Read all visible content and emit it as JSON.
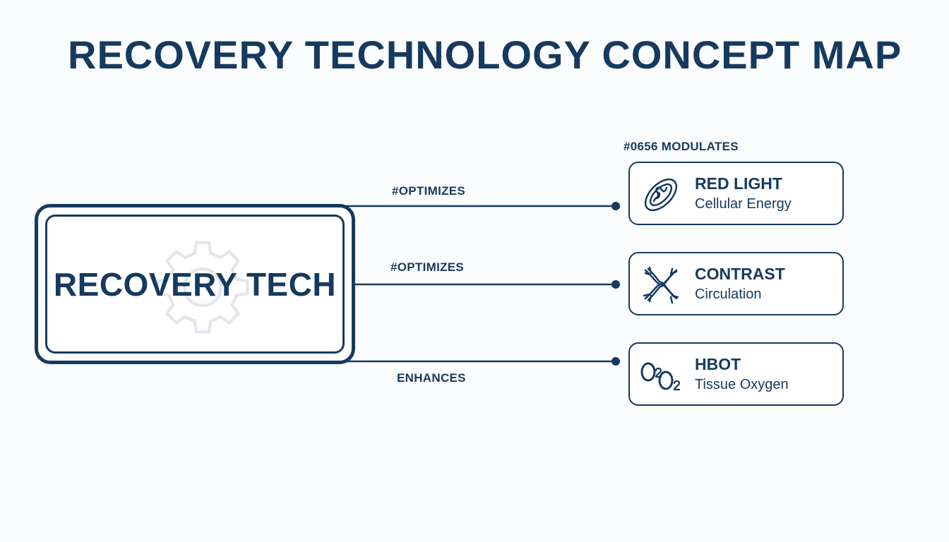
{
  "title": "RECOVERY TECHNOLOGY CONCEPT MAP",
  "center": {
    "label": "RECOVERY TECH",
    "icon": "gear-icon"
  },
  "header_note": "#0656 MODULATES",
  "connections": [
    {
      "label": "#OPTIMIZES",
      "target": "red-light"
    },
    {
      "label": "#OPTIMIZES",
      "target": "contrast"
    },
    {
      "label": "ENHANCES",
      "target": "hbot"
    }
  ],
  "nodes": [
    {
      "id": "red-light",
      "title": "RED LIGHT",
      "subtitle": "Cellular Energy",
      "icon": "mitochondria-icon"
    },
    {
      "id": "contrast",
      "title": "CONTRAST",
      "subtitle": "Circulation",
      "icon": "vessels-icon"
    },
    {
      "id": "hbot",
      "title": "HBOT",
      "subtitle": "Tissue Oxygen",
      "icon": "oxygen-icon"
    }
  ],
  "colors": {
    "primary": "#163a5f",
    "background": "#fbfcfd",
    "watermark": "#e6e9ed"
  }
}
